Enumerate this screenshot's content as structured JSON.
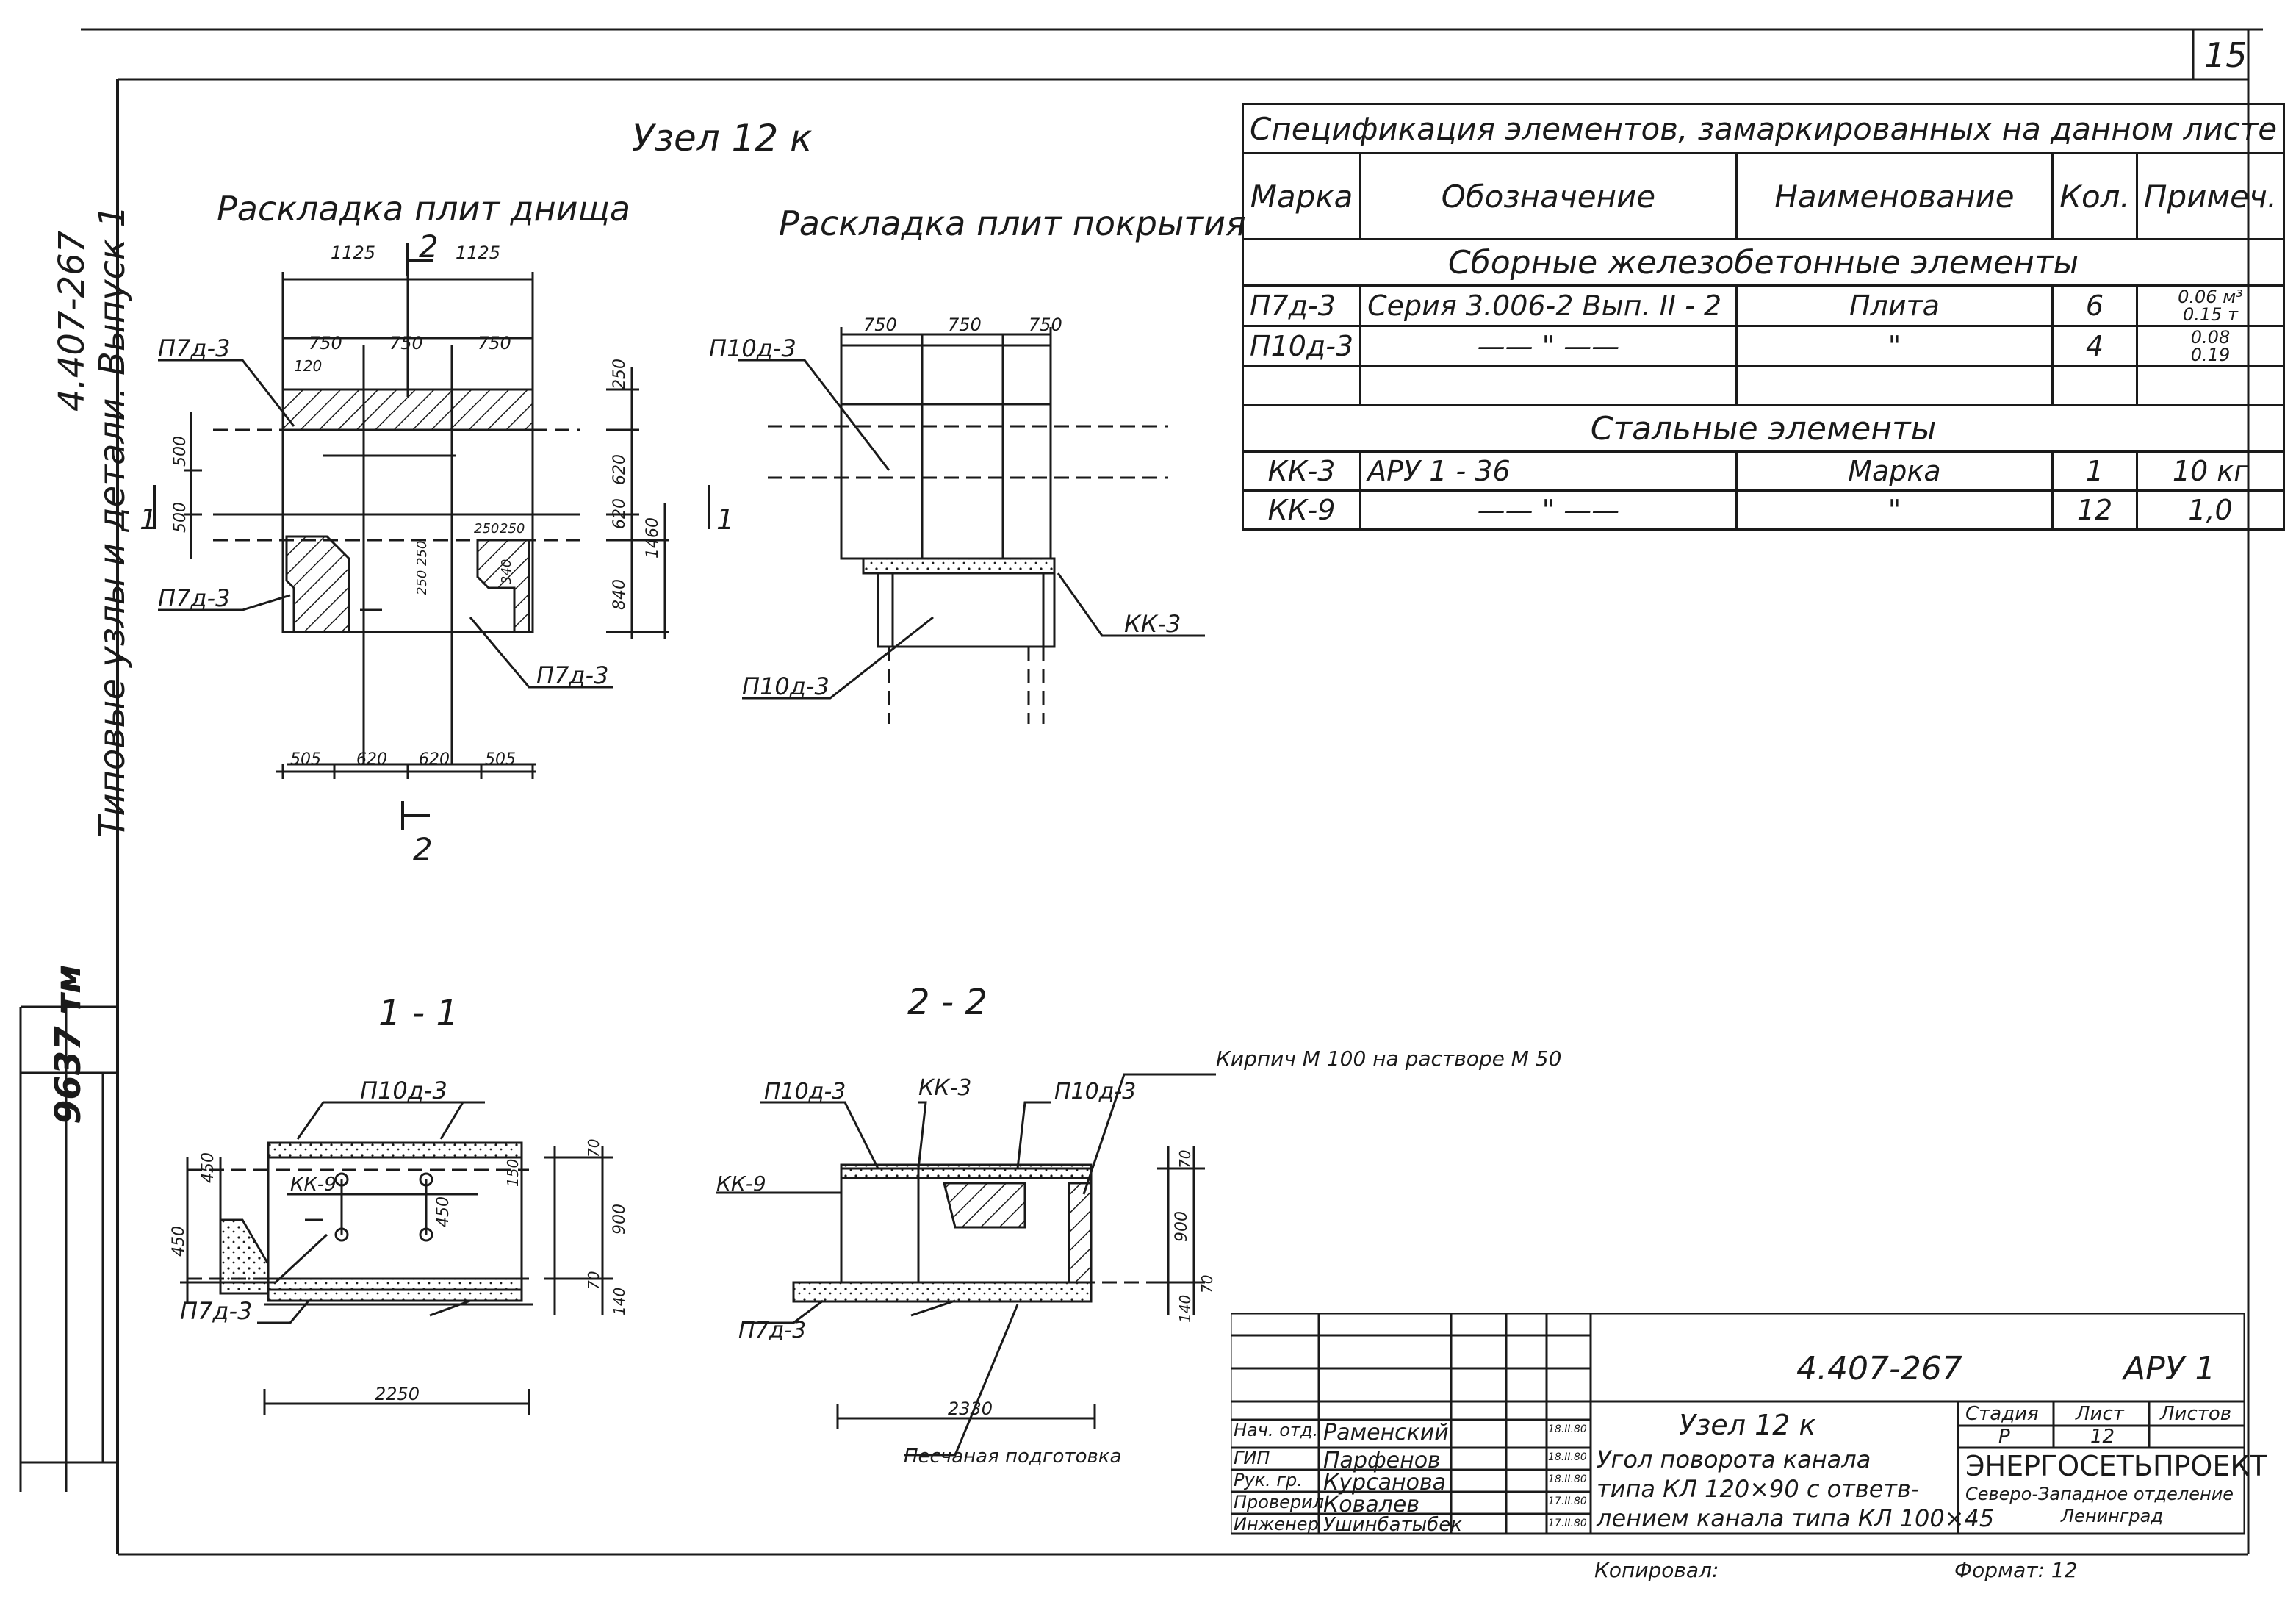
{
  "sheet_number": "15",
  "side_labels": {
    "series": "4.407-267",
    "title": "Типовые узлы и детали. Выпуск 1",
    "inventory": "9637 тм"
  },
  "node_title": "Узел 12 к",
  "views": {
    "floor": {
      "title": "Раскладка плит днища",
      "section_marks": [
        "2",
        "2"
      ],
      "section_1": "1",
      "labels": [
        "П7д-3",
        "П7д-3",
        "П7д-3"
      ],
      "dims_top": [
        "1125",
        "1125"
      ],
      "dims_second": [
        "750",
        "750",
        "750"
      ],
      "dim_120": "120",
      "dims_right": [
        "250",
        "620",
        "620",
        "1460",
        "840"
      ],
      "dims_left": [
        "500",
        "500"
      ],
      "dims_inner": [
        "250",
        "250",
        "250",
        "250",
        "340"
      ],
      "dims_bottom": [
        "505",
        "620",
        "620",
        "505"
      ]
    },
    "cover": {
      "title": "Раскладка плит покрытия",
      "dims_top": [
        "750",
        "750",
        "750"
      ],
      "labels": [
        "П10д-3",
        "КК-3",
        "П10д-3"
      ]
    },
    "section_1_1": {
      "title": "1 - 1",
      "labels": [
        "П10д-3",
        "КК-9",
        "П7д-3"
      ],
      "dims": [
        "450",
        "450",
        "450",
        "150",
        "70",
        "900",
        "70",
        "140",
        "2250"
      ]
    },
    "section_2_2": {
      "title": "2 - 2",
      "labels": [
        "П10д-3",
        "КК-3",
        "П10д-3",
        "КК-9",
        "П7д-3"
      ],
      "brick_note": "Кирпич М 100 на растворе М 50",
      "dims": [
        "70",
        "900",
        "70",
        "140",
        "2330"
      ],
      "sand_note": "Песчаная подготовка"
    }
  },
  "spec": {
    "title": "Спецификация элементов, замаркированных на данном листе",
    "headers": [
      "Марка",
      "Обозначение",
      "Наименование",
      "Кол.",
      "Примеч."
    ],
    "section1": "Сборные железобетонные элементы",
    "rows1": [
      {
        "mark": "П7д-3",
        "designation": "Серия 3.006-2 Вып. II - 2",
        "name": "Плита",
        "qty": "6",
        "note_top": "0.06 м³",
        "note_bottom": "0.15 т"
      },
      {
        "mark": "П10д-3",
        "designation": "—— \" ——",
        "name": "\"",
        "qty": "4",
        "note_top": "0.08",
        "note_bottom": "0.19"
      }
    ],
    "section2": "Стальные элементы",
    "rows2": [
      {
        "mark": "КК-3",
        "designation": "АРУ 1 - 36",
        "name": "Марка",
        "qty": "1",
        "note": "10 кг"
      },
      {
        "mark": "КК-9",
        "designation": "—— \" ——",
        "name": "\"",
        "qty": "12",
        "note": "1,0"
      }
    ]
  },
  "title_block": {
    "doc_code": "4.407-267",
    "sheet_code": "АРУ 1",
    "staff": [
      {
        "role": "Нач. отд.",
        "name": "Раменский",
        "date": "18.II.80"
      },
      {
        "role": "ГИП",
        "name": "Парфенов",
        "date": "18.II.80"
      },
      {
        "role": "Рук. гр.",
        "name": "Курсанова",
        "date": "18.II.80"
      },
      {
        "role": "Проверил",
        "name": "Ковалев",
        "date": "17.II.80"
      },
      {
        "role": "Инженер",
        "name": "Ушинбатыбек",
        "date": "17.II.80"
      }
    ],
    "description": [
      "Узел 12 к",
      "Угол поворота канала",
      "типа КЛ 120×90 с ответв-",
      "лением канала типа КЛ 100×45"
    ],
    "stage_label": "Стадия",
    "sheet_label": "Лист",
    "sheets_label": "Листов",
    "stage": "Р",
    "sheet": "12",
    "org": "ЭНЕРГОСЕТЬПРОЕКТ",
    "dept": "Северо-Западное отделение",
    "city": "Ленинград",
    "copied_by": "Копировал:",
    "format": "Формат: 12"
  }
}
